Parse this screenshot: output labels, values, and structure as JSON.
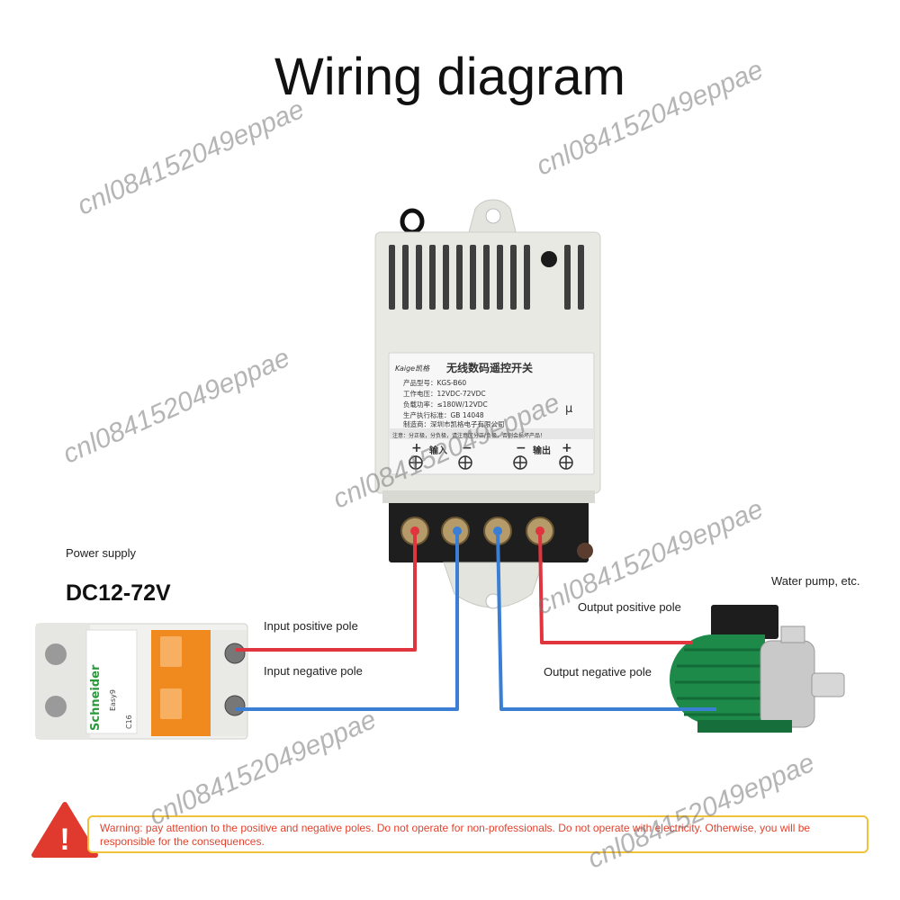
{
  "title": "Wiring diagram",
  "power_supply": {
    "label": "Power supply",
    "voltage": "DC12-72V"
  },
  "pump": {
    "label": "Water pump, etc."
  },
  "wires": {
    "input_positive": "Input positive pole",
    "input_negative": "Input negative pole",
    "output_positive": "Output positive pole",
    "output_negative": "Output negative pole"
  },
  "device_label": {
    "brand": "Kaige凯格",
    "name": "无线数码遥控开关",
    "line1": "产品型号：KGS-B60",
    "line2": "工作电压：12VDC-72VDC",
    "line3": "负载功率：≤180W/12VDC",
    "line4": "生产执行标准：GB 14048",
    "line5": "制造商：深圳市凯格电子有限公司",
    "note": "注意：分正极，分负极，请注意区分正/负极，否则会损坏产品！",
    "input_text": "输入",
    "output_text": "输出",
    "plus": "+",
    "minus": "−",
    "mu": "μ"
  },
  "breaker": {
    "brand": "Schneider",
    "model": "Easy9",
    "rating": "C16"
  },
  "warning": {
    "text": "Warning: pay attention to the positive and negative poles. Do not operate for non-professionals. Do not operate with electricity. Otherwise, you will be responsible for the consequences.",
    "icon_text": "!"
  },
  "watermark": "cnl084152049eppae",
  "colors": {
    "positive_wire": "#e0343f",
    "negative_wire": "#3a7fd4",
    "warning_border": "#f0c23a",
    "warning_text": "#e0432f",
    "warning_icon": "#e03a2f",
    "breaker_orange": "#f08a1e",
    "pump_green": "#1e8a4a"
  }
}
